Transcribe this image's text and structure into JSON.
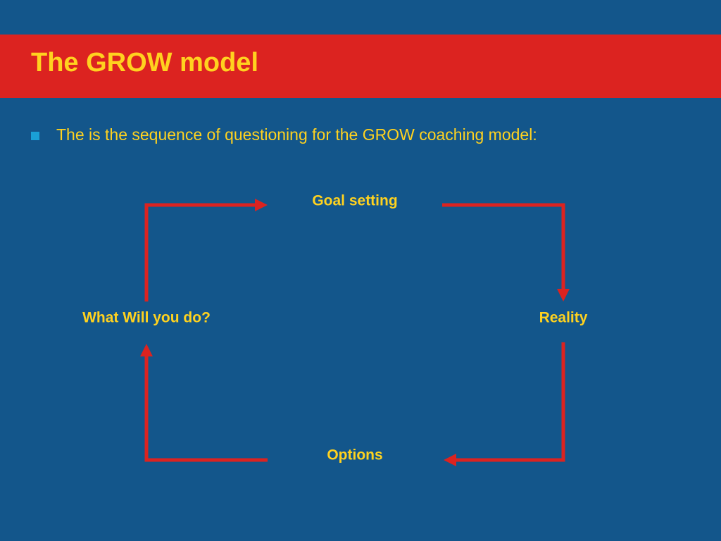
{
  "slide": {
    "title": "The GROW model",
    "bullet": "The is the sequence of questioning for the GROW coaching model:"
  },
  "diagram": {
    "nodes": [
      {
        "id": "goal",
        "label": "Goal setting"
      },
      {
        "id": "reality",
        "label": "Reality"
      },
      {
        "id": "options",
        "label": "Options"
      },
      {
        "id": "will",
        "label": "What Will you do?"
      }
    ],
    "flow": [
      "goal",
      "reality",
      "options",
      "will",
      "goal"
    ]
  },
  "colors": {
    "background": "#13568b",
    "title_bar": "#dc2320",
    "text": "#ffd21f",
    "arrow": "#dc2320",
    "bullet": "#1aa0d6"
  }
}
